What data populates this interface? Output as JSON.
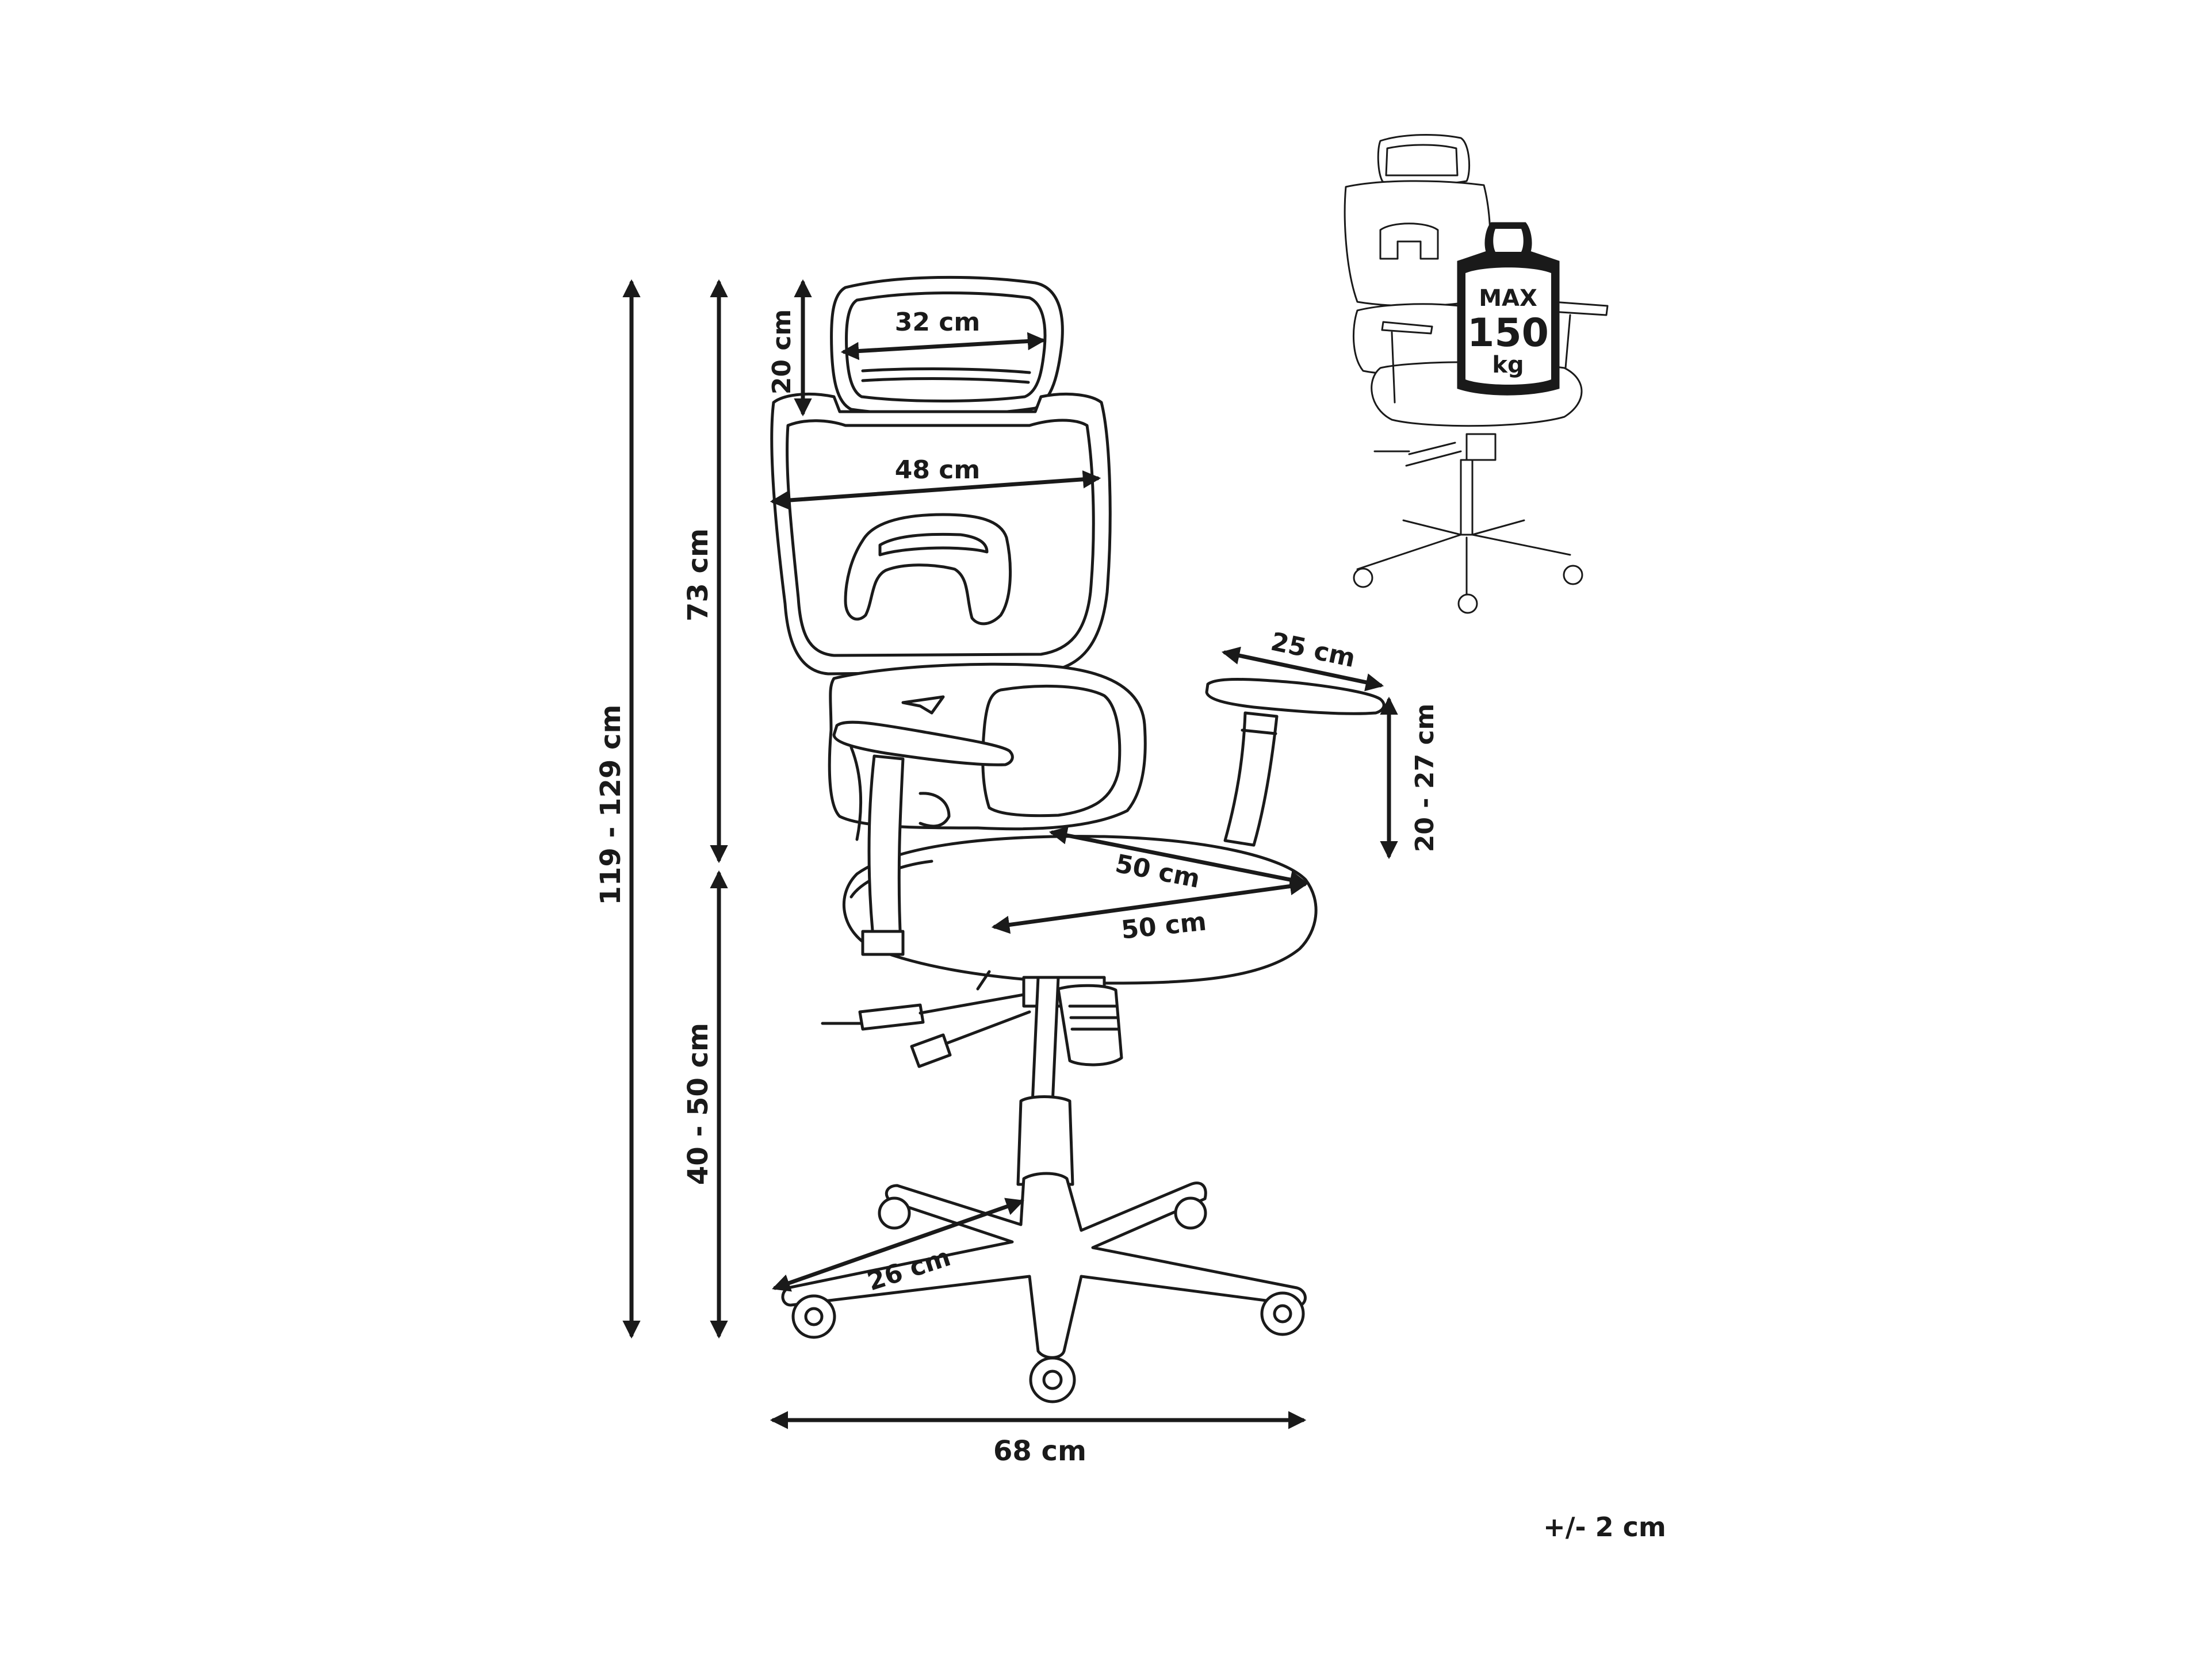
{
  "dimensions": {
    "total_height": "119 - 129 cm",
    "backrest_height": "73 cm",
    "seat_height": "40 - 50 cm",
    "headrest_height": "20 cm",
    "headrest_width": "32 cm",
    "backrest_width": "48 cm",
    "armrest_length": "25 cm",
    "armrest_height": "20 - 27 cm",
    "seat_depth": "50 cm",
    "seat_width": "50 cm",
    "base_leg": "26 cm",
    "base_width": "68 cm"
  },
  "tolerance": "+/- 2 cm",
  "capacity": {
    "line1": "MAX",
    "line2": "150",
    "line3": "kg"
  }
}
